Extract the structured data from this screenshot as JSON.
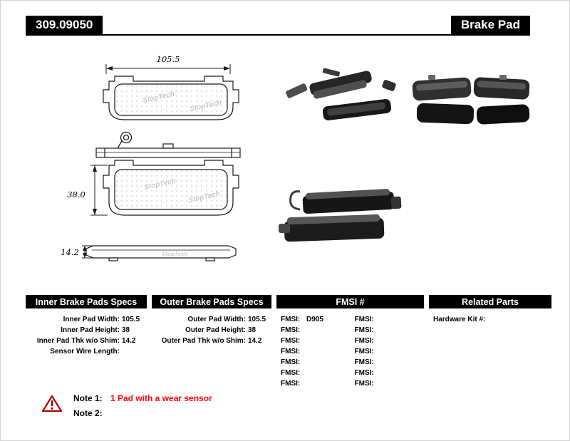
{
  "header": {
    "part_number": "309.09050",
    "product_type": "Brake Pad"
  },
  "diagram": {
    "width_dim": "105.5",
    "height_dim": "38.0",
    "thickness_dim": "14.2",
    "watermark": "StopTech"
  },
  "specs_table": {
    "inner": {
      "header": "Inner Brake Pads Specs",
      "rows": [
        {
          "label": "Inner Pad Width:",
          "value": "105.5"
        },
        {
          "label": "Inner Pad Height:",
          "value": "38"
        },
        {
          "label": "Inner Pad Thk w/o Shim:",
          "value": "14.2"
        },
        {
          "label": "Sensor Wire Length:",
          "value": ""
        }
      ]
    },
    "outer": {
      "header": "Outer Brake Pads Specs",
      "rows": [
        {
          "label": "Outer Pad Width:",
          "value": "105.5"
        },
        {
          "label": "Outer Pad Height:",
          "value": "38"
        },
        {
          "label": "Outer Pad Thk w/o Shim:",
          "value": "14.2"
        }
      ]
    },
    "fmsi": {
      "header": "FMSI #",
      "left_rows": [
        {
          "label": "FMSI:",
          "value": "D905"
        },
        {
          "label": "FMSI:",
          "value": ""
        },
        {
          "label": "FMSI:",
          "value": ""
        },
        {
          "label": "FMSI:",
          "value": ""
        },
        {
          "label": "FMSI:",
          "value": ""
        },
        {
          "label": "FMSI:",
          "value": ""
        },
        {
          "label": "FMSI:",
          "value": ""
        }
      ],
      "right_rows": [
        {
          "label": "FMSI:",
          "value": ""
        },
        {
          "label": "FMSI:",
          "value": ""
        },
        {
          "label": "FMSI:",
          "value": ""
        },
        {
          "label": "FMSI:",
          "value": ""
        },
        {
          "label": "FMSI:",
          "value": ""
        },
        {
          "label": "FMSI:",
          "value": ""
        },
        {
          "label": "FMSI:",
          "value": ""
        }
      ]
    },
    "related": {
      "header": "Related Parts",
      "rows": [
        {
          "label": "Hardware Kit #:",
          "value": ""
        }
      ]
    }
  },
  "notes": {
    "note1_label": "Note 1:",
    "note1_text": "1 Pad with a wear sensor",
    "note2_label": "Note 2:",
    "note2_text": ""
  }
}
